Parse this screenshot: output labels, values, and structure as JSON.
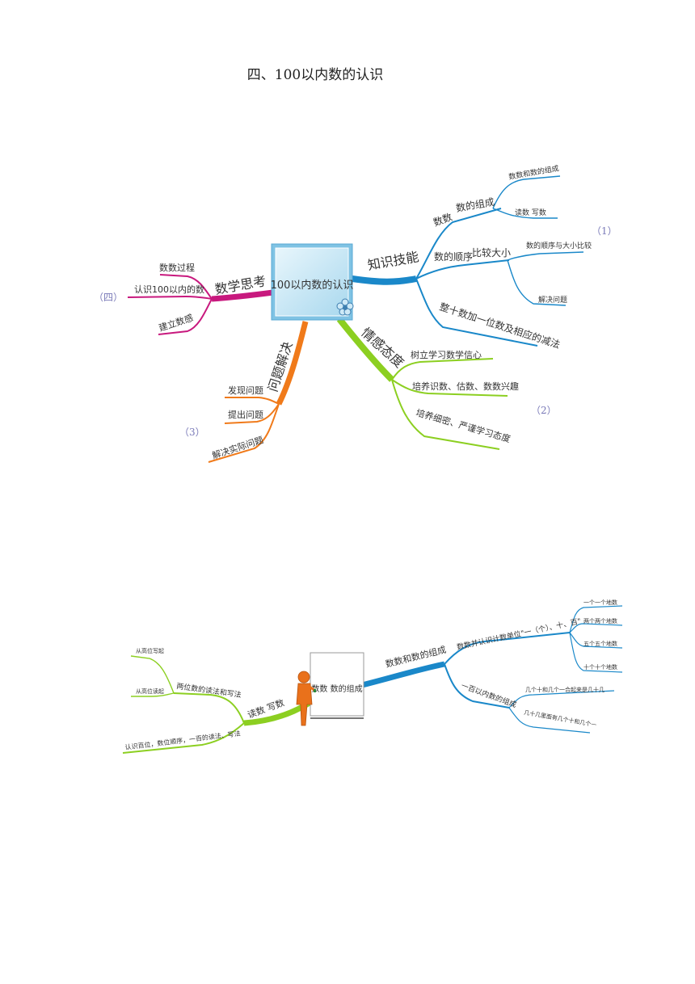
{
  "page_title": "四、100以内数的认识",
  "map1": {
    "center": "100以内数的认识",
    "section_labels": {
      "one": "（1）",
      "two": "（2）",
      "three": "（3）",
      "four": "（四）"
    },
    "branches": {
      "knowledge": {
        "label": "知识技能",
        "counting": "数数",
        "composition": "数的组成",
        "comp_child1": "数数和数的组成",
        "comp_child2": "读数  写数",
        "order": "数的顺序",
        "compare": "比较大小",
        "order_child1": "数的顺序与大小比较",
        "order_child2": "解决问题",
        "tens_add": "整十数加一位数及相应的减法"
      },
      "emotion": {
        "label": "情感态度",
        "items": [
          "树立学习数学信心",
          "培养识数、估数、数数兴趣",
          "培养细密、严谨学习态度"
        ]
      },
      "problem": {
        "label": "问题解决",
        "items": [
          "发现问题",
          "提出问题",
          "解决实际问题"
        ]
      },
      "thinking": {
        "label": "数学思考",
        "items": [
          "数数过程",
          "认识100以内的数",
          "建立数感"
        ]
      }
    }
  },
  "map2": {
    "center": "数数  数的组成",
    "right": {
      "label": "数数和数的组成",
      "upper": "数数并认识计数单位\"一（个）、十、百\"",
      "upper_items": [
        "一个一个地数",
        "两个两个地数",
        "五个五个地数",
        "十个十个地数"
      ],
      "lower": "一百以内数的组成",
      "lower_items": [
        "几个十和几个一合起来是几十几",
        "几十几里面有几个十和几个一"
      ]
    },
    "left": {
      "label": "读数  写数",
      "mid": "两位数的读法和写法",
      "mid_items": [
        "从高位写起",
        "从高位读起"
      ],
      "bottom": "认识百位，数位顺序，一百的读法、写法"
    }
  },
  "colors": {
    "blue": "#1a88c9",
    "green": "#8ccf21",
    "orange": "#f07a1a",
    "magenta": "#c8197e"
  }
}
